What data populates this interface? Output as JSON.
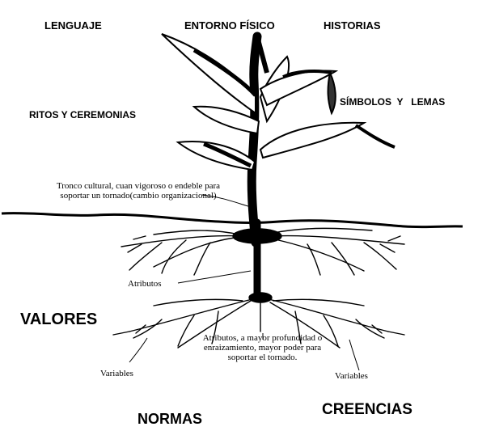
{
  "diagram": {
    "above_ground": {
      "lenguaje": "LENGUAJE",
      "entorno_fisico": "ENTORNO FÍSICO",
      "historias": "HISTORIAS",
      "ritos": "RITOS Y CEREMONIAS",
      "simbolos": "SÍMBOLOS  Y   LEMAS"
    },
    "annotations": {
      "trunk": "Tronco cultural, cuan vigoroso o endeble para soportar un tornado(cambio organizacional)",
      "atributos_upper": "Atributos",
      "atributos_lower": "Atributos, a mayor profundidad o enraizamiento, mayor poder para soportar el tornado.",
      "variables_left": "Variables",
      "variables_right": "Variables"
    },
    "below_ground": {
      "valores": "VALORES",
      "normas": "NORMAS",
      "creencias": "CREENCIAS"
    }
  }
}
